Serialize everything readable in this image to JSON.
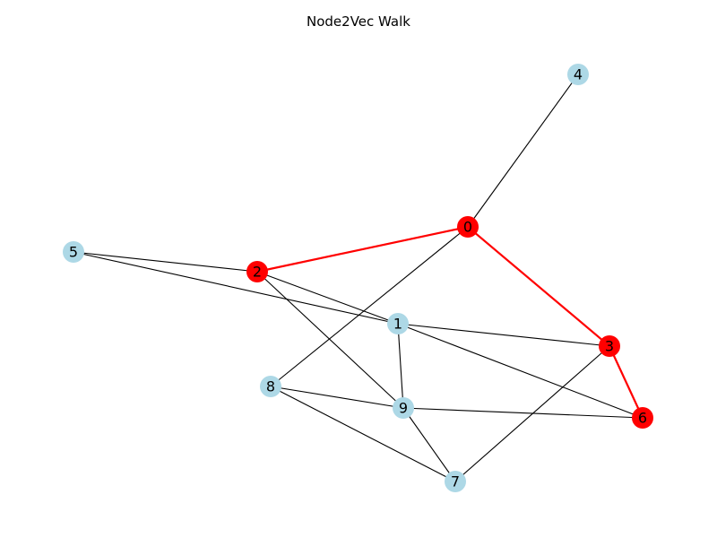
{
  "title": "Node2Vec Walk",
  "colors": {
    "node_default": "#add8e6",
    "node_walk": "#ff0000",
    "edge_default": "#000000",
    "edge_walk": "#ff0000"
  },
  "nodes": [
    {
      "id": "0",
      "label": "0",
      "on_walk": true
    },
    {
      "id": "1",
      "label": "1",
      "on_walk": false
    },
    {
      "id": "2",
      "label": "2",
      "on_walk": true
    },
    {
      "id": "3",
      "label": "3",
      "on_walk": true
    },
    {
      "id": "4",
      "label": "4",
      "on_walk": false
    },
    {
      "id": "5",
      "label": "5",
      "on_walk": false
    },
    {
      "id": "6",
      "label": "6",
      "on_walk": true
    },
    {
      "id": "7",
      "label": "7",
      "on_walk": false
    },
    {
      "id": "8",
      "label": "8",
      "on_walk": false
    },
    {
      "id": "9",
      "label": "9",
      "on_walk": false
    }
  ],
  "edges": [
    {
      "source": "0",
      "target": "4",
      "on_walk": false
    },
    {
      "source": "0",
      "target": "2",
      "on_walk": true
    },
    {
      "source": "0",
      "target": "3",
      "on_walk": true
    },
    {
      "source": "0",
      "target": "8",
      "on_walk": false
    },
    {
      "source": "3",
      "target": "6",
      "on_walk": true
    },
    {
      "source": "3",
      "target": "1",
      "on_walk": false
    },
    {
      "source": "3",
      "target": "7",
      "on_walk": false
    },
    {
      "source": "5",
      "target": "2",
      "on_walk": false
    },
    {
      "source": "5",
      "target": "1",
      "on_walk": false
    },
    {
      "source": "2",
      "target": "1",
      "on_walk": false
    },
    {
      "source": "2",
      "target": "9",
      "on_walk": false
    },
    {
      "source": "1",
      "target": "9",
      "on_walk": false
    },
    {
      "source": "1",
      "target": "6",
      "on_walk": false
    },
    {
      "source": "8",
      "target": "9",
      "on_walk": false
    },
    {
      "source": "8",
      "target": "7",
      "on_walk": false
    },
    {
      "source": "9",
      "target": "6",
      "on_walk": false
    },
    {
      "source": "9",
      "target": "7",
      "on_walk": false
    }
  ],
  "walk": [
    "2",
    "0",
    "3",
    "6"
  ]
}
